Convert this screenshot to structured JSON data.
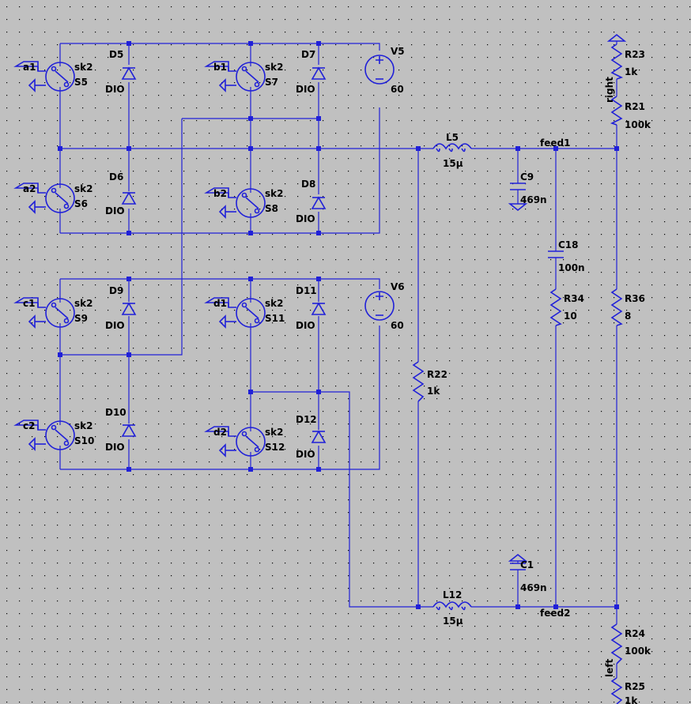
{
  "colors": {
    "background": "#c0c0c0",
    "wire": "#2020d8",
    "text": "#000000",
    "grid": "#000000"
  },
  "upper_bridge": {
    "S5": {
      "name": "S5",
      "model": "sk2",
      "port": "a1"
    },
    "S6": {
      "name": "S6",
      "model": "sk2",
      "port": "a2"
    },
    "S7": {
      "name": "S7",
      "model": "sk2",
      "port": "b1"
    },
    "S8": {
      "name": "S8",
      "model": "sk2",
      "port": "b2"
    },
    "D5": {
      "name": "D5",
      "value": "DIO"
    },
    "D6": {
      "name": "D6",
      "value": "DIO"
    },
    "D7": {
      "name": "D7",
      "value": "DIO"
    },
    "D8": {
      "name": "D8",
      "value": "DIO"
    },
    "V5": {
      "name": "V5",
      "value": "60"
    }
  },
  "lower_bridge": {
    "S9": {
      "name": "S9",
      "model": "sk2",
      "port": "c1"
    },
    "S10": {
      "name": "S10",
      "model": "sk2",
      "port": "c2"
    },
    "S11": {
      "name": "S11",
      "model": "sk2",
      "port": "d1"
    },
    "S12": {
      "name": "S12",
      "model": "sk2",
      "port": "d2"
    },
    "D9": {
      "name": "D9",
      "value": "DIO"
    },
    "D10": {
      "name": "D10",
      "value": "DIO"
    },
    "D11": {
      "name": "D11",
      "value": "DIO"
    },
    "D12": {
      "name": "D12",
      "value": "DIO"
    },
    "V6": {
      "name": "V6",
      "value": "60"
    }
  },
  "filter": {
    "L5": {
      "name": "L5",
      "value": "15µ"
    },
    "L12": {
      "name": "L12",
      "value": "15µ"
    },
    "C9": {
      "name": "C9",
      "value": "469n"
    },
    "C1": {
      "name": "C1",
      "value": "469n"
    },
    "C18": {
      "name": "C18",
      "value": "100n"
    },
    "R34": {
      "name": "R34",
      "value": "10"
    },
    "R36": {
      "name": "R36",
      "value": "8"
    },
    "R22": {
      "name": "R22",
      "value": "1k"
    }
  },
  "outputs": {
    "R23": {
      "name": "R23",
      "value": "1k"
    },
    "R21": {
      "name": "R21",
      "value": "100k"
    },
    "R24": {
      "name": "R24",
      "value": "100k"
    },
    "R25": {
      "name": "R25",
      "value": "1k"
    },
    "net_right": "right",
    "net_left": "left",
    "net_feed1": "feed1",
    "net_feed2": "feed2"
  }
}
